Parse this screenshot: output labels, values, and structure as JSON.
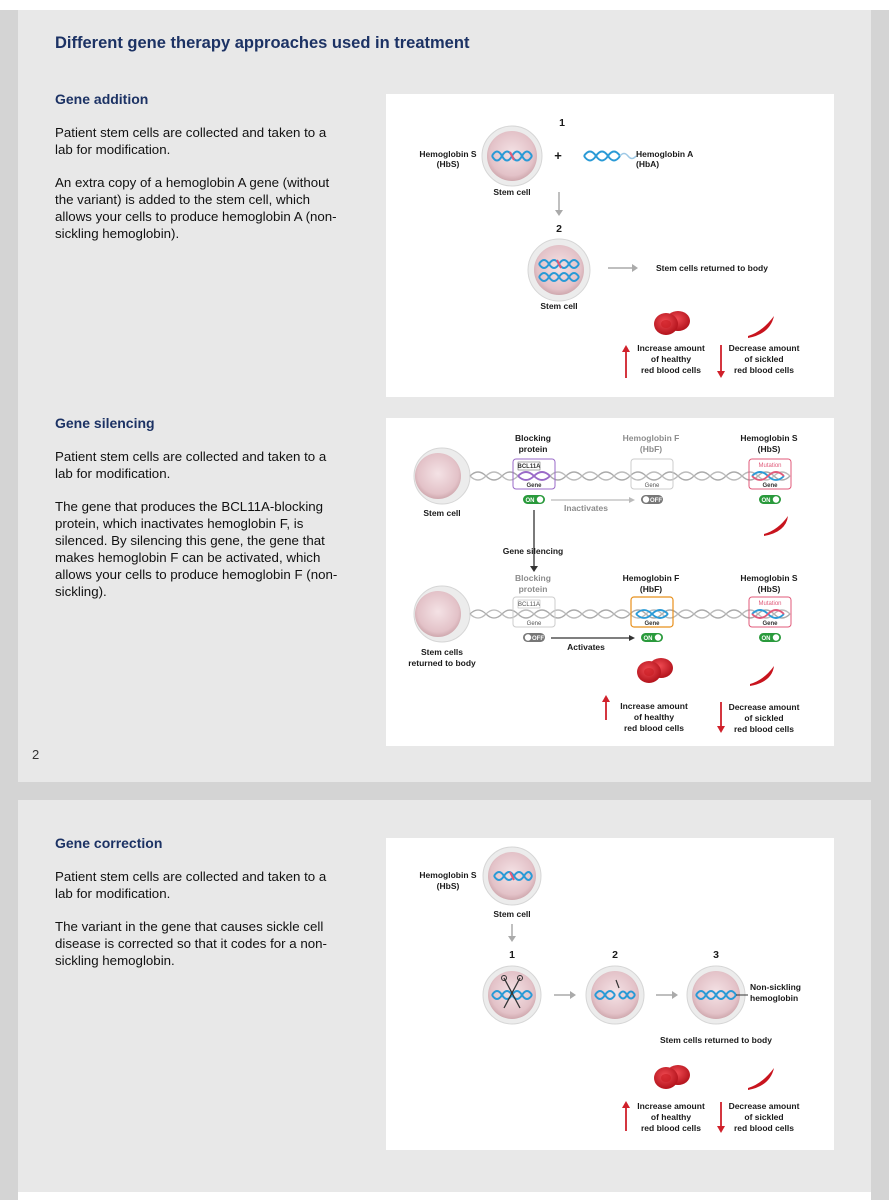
{
  "page1": {
    "title": "Different gene therapy approaches used in treatment",
    "page_number": "2",
    "gene_addition": {
      "heading": "Gene addition",
      "paragraph1": "Patient stem cells are collected and taken to a lab for modification.",
      "paragraph2": "An extra copy of a hemoglobin A gene (without the variant) is added to the stem cell, which allows your cells to produce hemoglobin A (non-sickling hemoglobin).",
      "figure": {
        "step1": "1",
        "step2": "2",
        "plus": "+",
        "hbs_line1": "Hemoglobin S",
        "hbs_line2": "(HbS)",
        "hba_line1": "Hemoglobin A",
        "hba_line2": "(HbA)",
        "stem_cell_top": "Stem cell",
        "stem_cell_bottom": "Stem cell",
        "returned": "Stem cells returned to body",
        "increase": [
          "Increase amount",
          "of healthy",
          "red blood cells"
        ],
        "decrease": [
          "Decrease amount",
          "of sickled",
          "red blood cells"
        ]
      }
    },
    "gene_silencing": {
      "heading": "Gene silencing",
      "paragraph1": "Patient stem cells are collected and taken to a lab for modification.",
      "paragraph2": "The gene that produces the BCL11A-blocking protein, which inactivates hemoglobin F, is silenced. By silencing this gene, the gene that makes hemoglobin F can be activated, which allows your cells to produce hemoglobin F (non-sickling).",
      "figure": {
        "blocking_protein": [
          "Blocking",
          "protein"
        ],
        "hbf": [
          "Hemoglobin F",
          "(HbF)"
        ],
        "hbs": [
          "Hemoglobin S",
          "(HbS)"
        ],
        "bcl11a": "BCL11A",
        "gene": "Gene",
        "mutation": "Mutation",
        "on": "ON",
        "off": "OFF",
        "inactivates": "Inactivates",
        "activates": "Activates",
        "stem_cell": "Stem cell",
        "gene_silencing": "Gene silencing",
        "returned": [
          "Stem cells",
          "returned to body"
        ],
        "increase": [
          "Increase amount",
          "of healthy",
          "red blood cells"
        ],
        "decrease": [
          "Decrease amount",
          "of sickled",
          "red blood cells"
        ]
      }
    }
  },
  "page2": {
    "gene_correction": {
      "heading": "Gene correction",
      "paragraph1": "Patient stem cells are collected and taken to a lab for modification.",
      "paragraph2": "The variant in the gene that causes sickle cell disease is corrected so that it codes for a non-sickling hemoglobin.",
      "figure": {
        "hbs_line1": "Hemoglobin S",
        "hbs_line2": "(HbS)",
        "stem_cell": "Stem cell",
        "step1": "1",
        "step2": "2",
        "step3": "3",
        "non_sickling": [
          "Non-sickling",
          "hemoglobin"
        ],
        "returned": "Stem cells returned to body",
        "increase": [
          "Increase amount",
          "of healthy",
          "red blood cells"
        ],
        "decrease": [
          "Decrease amount",
          "of sickled",
          "red blood cells"
        ]
      }
    }
  },
  "colors": {
    "heading": "#1c3264",
    "page_bg": "#e8e8e8",
    "red": "#d0202a",
    "dna_blue": "#2a9ad6",
    "dna_pink": "#e05a7a",
    "cell": "#ecd2d6",
    "on_green": "#2a9a3c",
    "off_gray": "#777777",
    "bcl11a_purple": "#9a6ac8",
    "hbf_orange": "#e8901c"
  }
}
